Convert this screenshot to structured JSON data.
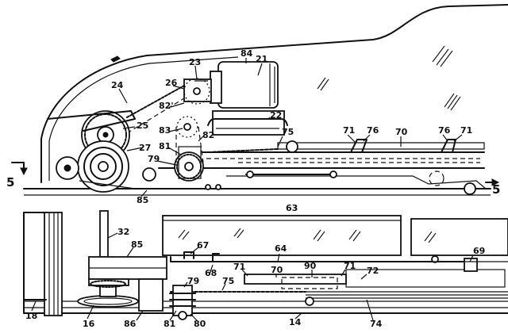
{
  "section_marks": {
    "left": "5",
    "right": "5"
  },
  "upper_view": {
    "labels": {
      "l84": "84",
      "l21": "21",
      "l23": "23",
      "l26": "26",
      "l24": "24",
      "l82p": "82'",
      "l22": "22",
      "l25": "25",
      "l83": "83",
      "l82": "82",
      "l75": "75",
      "l71a": "71",
      "l76a": "76",
      "l70": "70",
      "l76b": "76",
      "l71b": "71",
      "l27": "27",
      "l81": "81",
      "l79": "79",
      "l85": "85"
    }
  },
  "lower_view": {
    "labels": {
      "l63": "63",
      "l32": "32",
      "l85": "85",
      "l67": "67",
      "l64": "64",
      "l69": "69",
      "l71a": "71",
      "l70": "70",
      "l90": "90",
      "l71b": "71",
      "l72": "72",
      "l68": "68",
      "l75": "75",
      "l79": "79",
      "l18": "18",
      "l16": "16",
      "l86": "86",
      "l81": "81",
      "l80": "80",
      "l14": "14",
      "l74": "74"
    }
  }
}
